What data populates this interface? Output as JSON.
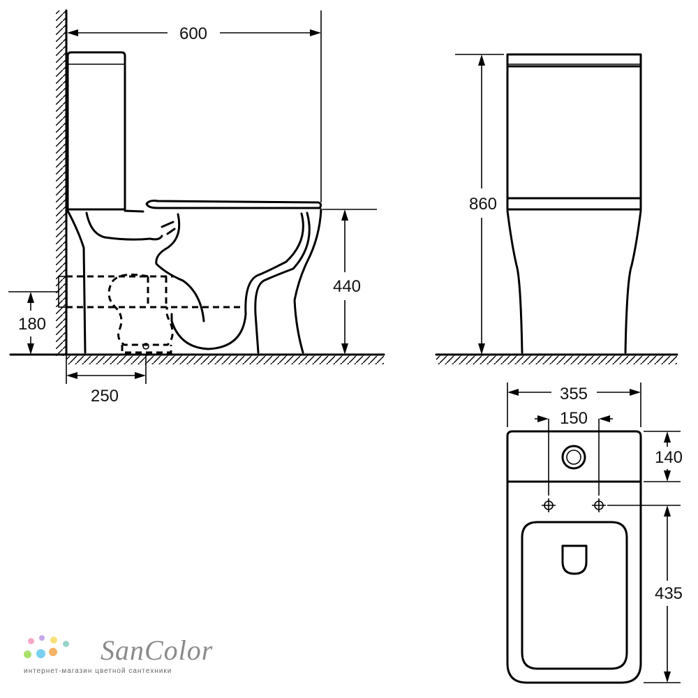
{
  "dimensions": {
    "depth": "600",
    "total_height": "860",
    "seat_height": "440",
    "outlet_height": "180",
    "outlet_offset": "250",
    "width": "355",
    "mount_spacing": "150",
    "tank_depth": "140",
    "bowl_length": "435"
  },
  "brand": {
    "name": "SanColor",
    "tagline": "интернет-магазин цветной сантехники",
    "dot_colors": [
      "#f4a9c8",
      "#c7a6e8",
      "#f9e27a",
      "#a8e06a",
      "#7ad0f0",
      "#f7b267",
      "#9ad4c8"
    ]
  }
}
